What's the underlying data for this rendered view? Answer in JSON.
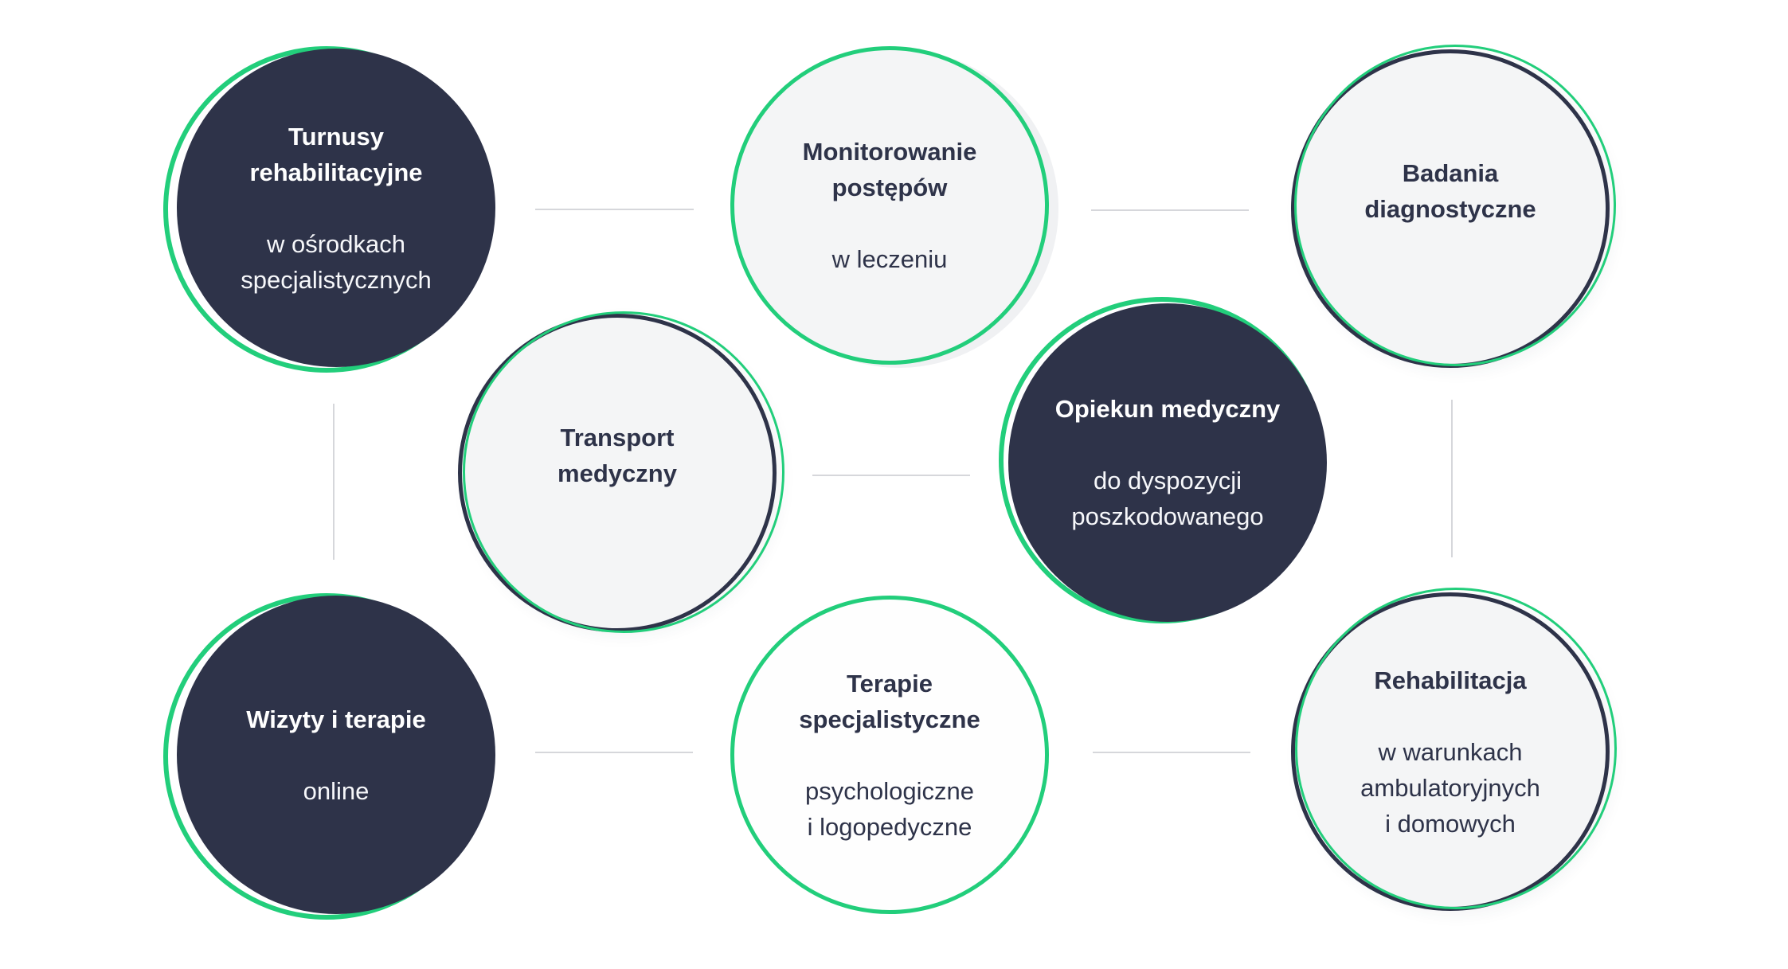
{
  "palette": {
    "navy": "#2E3349",
    "green": "#22CE7B",
    "light_fill": "#F4F5F6",
    "white_fill": "#FEFEFE",
    "connector_gray": "#D6D7DB",
    "text_on_dark": "#FFFFFF",
    "text_on_light": "#2E3349"
  },
  "nodes": [
    {
      "id": "turnusy-rehabilitacyjne",
      "title": "Turnusy\nrehabilitacyjne",
      "subtitle": "w ośrodkach\nspecjalistycznych"
    },
    {
      "id": "monitorowanie-postepow",
      "title": "Monitorowanie\npostępów",
      "subtitle": "w leczeniu"
    },
    {
      "id": "badania-diagnostyczne",
      "title": "Badania\ndiagnostyczne",
      "subtitle": ""
    },
    {
      "id": "transport-medyczny",
      "title": "Transport\nmedyczny",
      "subtitle": ""
    },
    {
      "id": "opiekun-medyczny",
      "title": "Opiekun medyczny",
      "subtitle": "do dyspozycji\nposzkodowanego"
    },
    {
      "id": "wizyty-i-terapie",
      "title": "Wizyty i terapie",
      "subtitle": "online"
    },
    {
      "id": "terapie-specjalistyczne",
      "title": "Terapie\nspecjalistyczne",
      "subtitle": "psychologiczne\ni logopedyczne"
    },
    {
      "id": "rehabilitacja",
      "title": "Rehabilitacja",
      "subtitle": "w warunkach\nambulatoryjnych\ni domowych"
    }
  ]
}
